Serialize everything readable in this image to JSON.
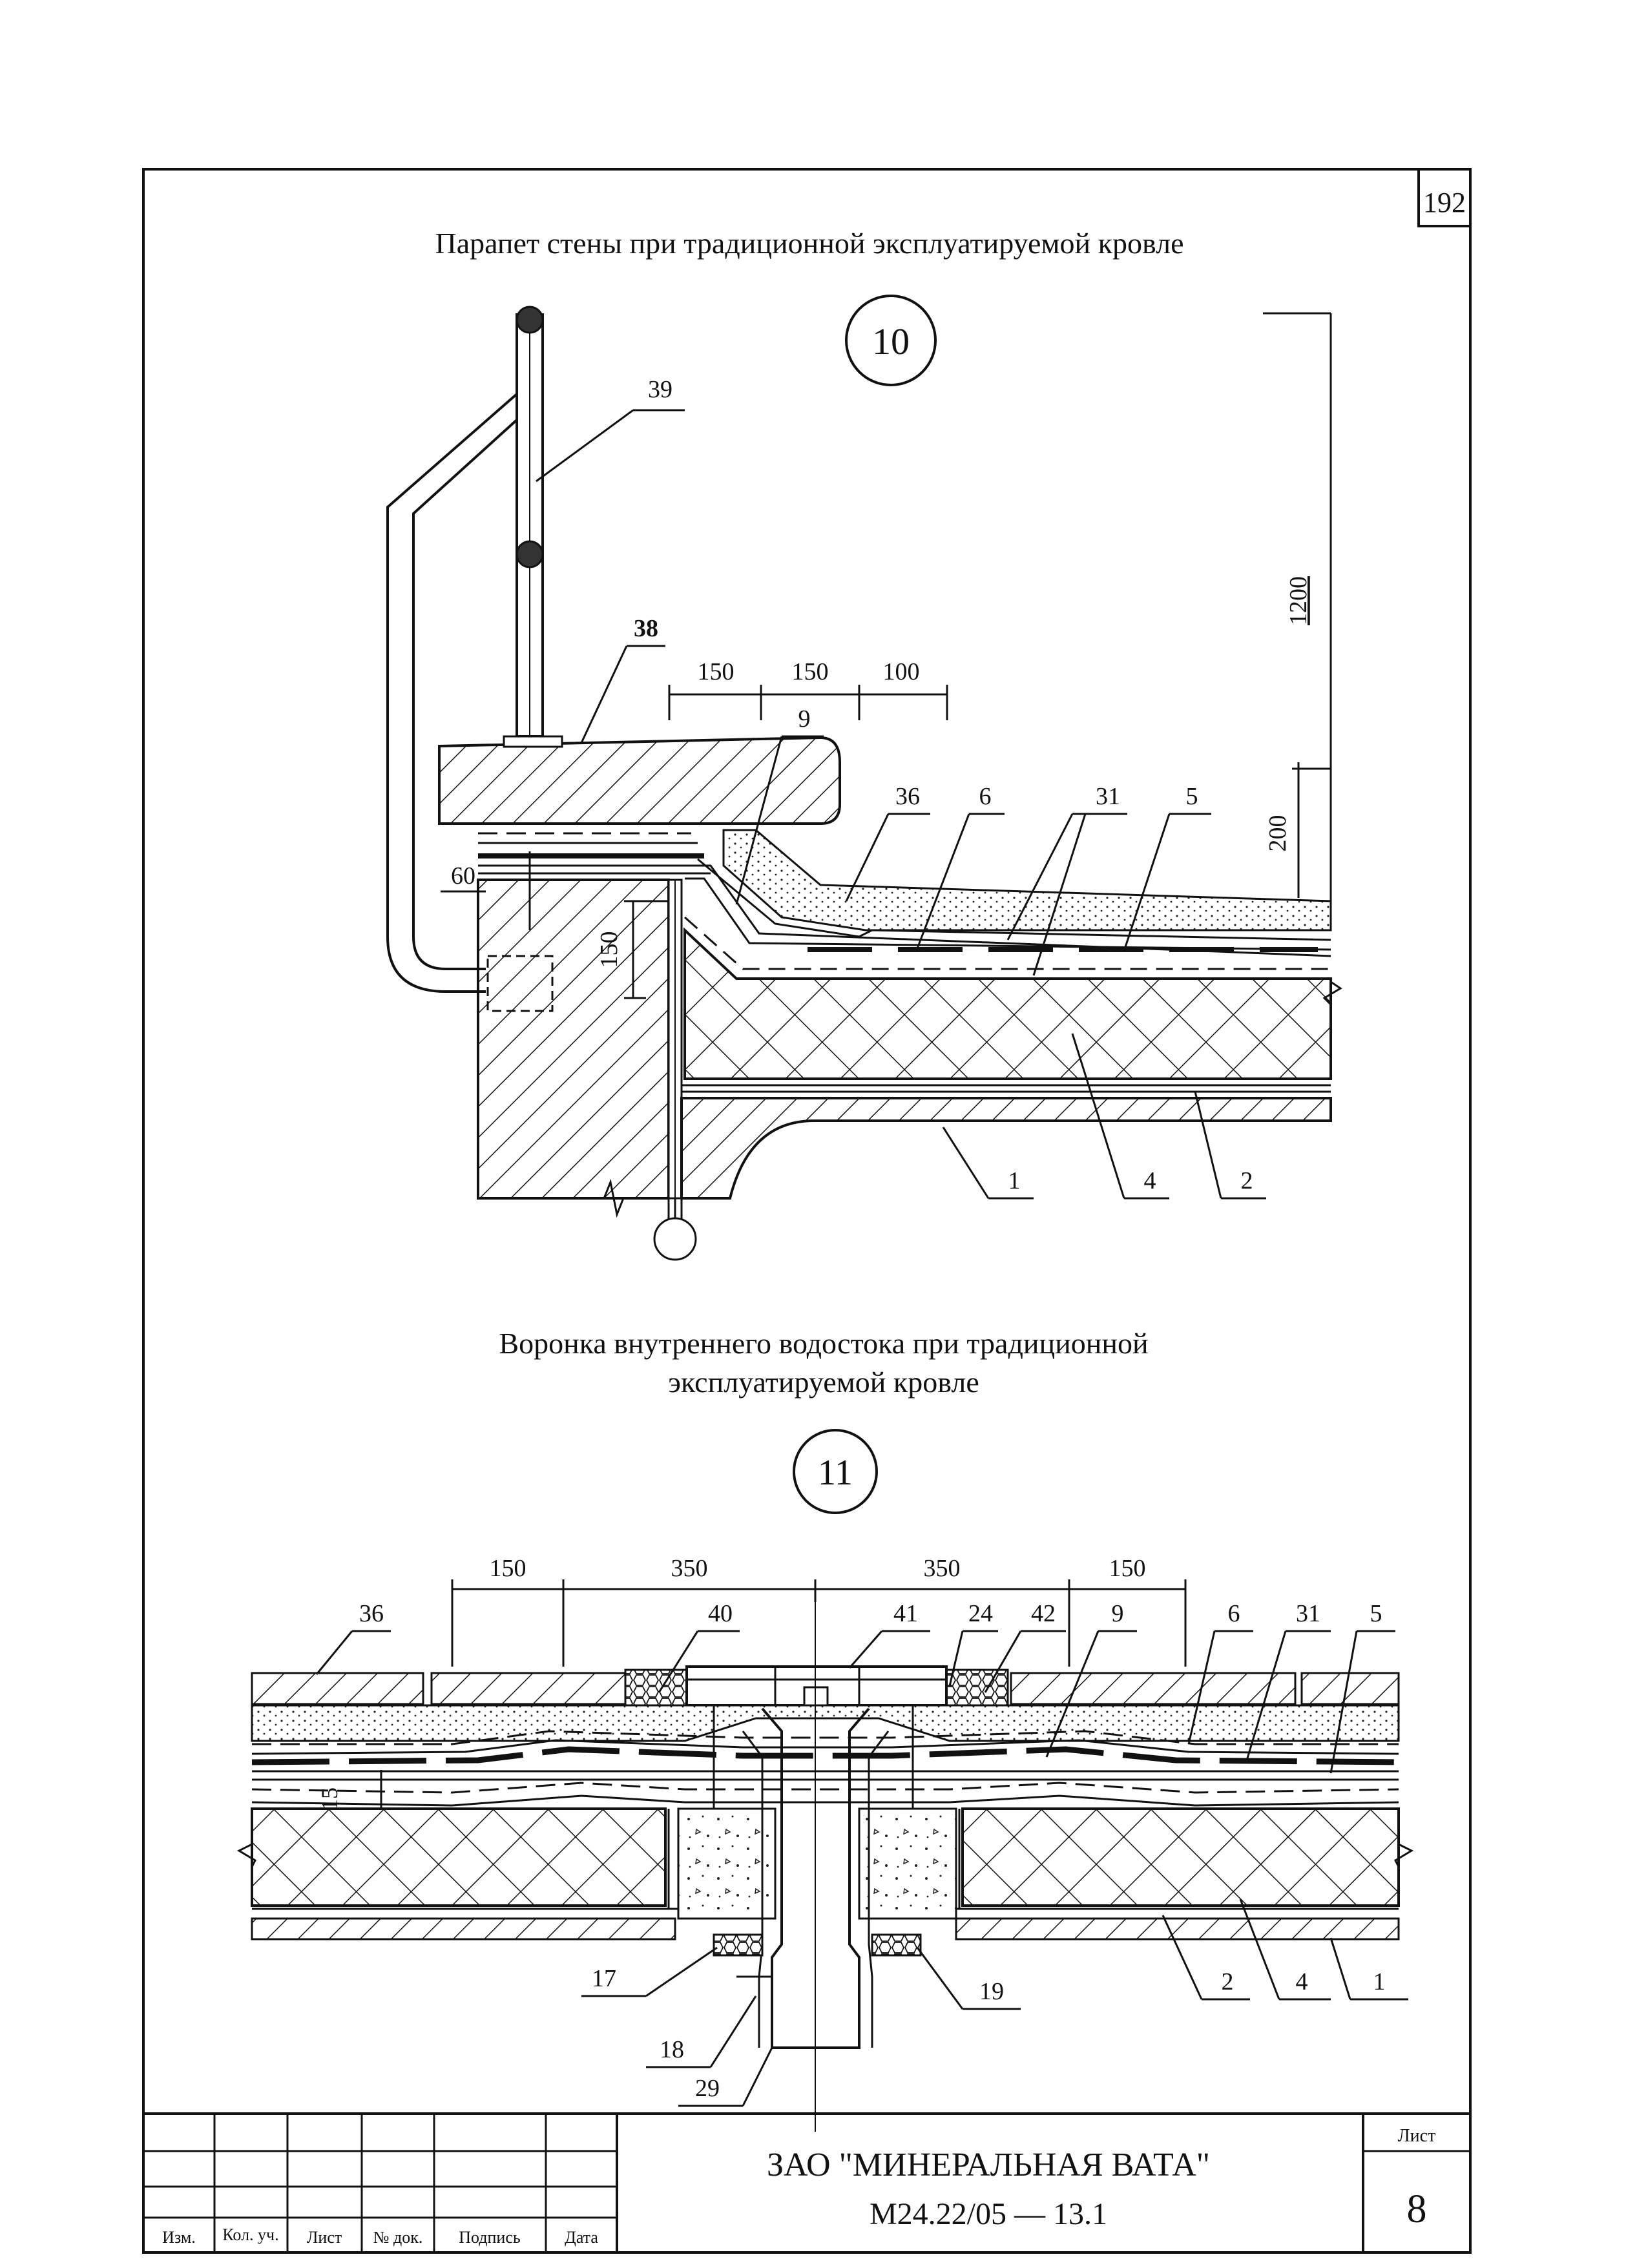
{
  "sheet": {
    "page_number": "192",
    "title_top": "Парапет стены при традиционной эксплуатируемой кровле",
    "title_bottom_line1": "Воронка внутреннего водостока при традиционной",
    "title_bottom_line2": "эксплуатируемой кровле",
    "detail_top_id": "10",
    "detail_bottom_id": "11"
  },
  "detail10": {
    "dims": {
      "d150a": "150",
      "d150b": "150",
      "d100": "100",
      "d60": "60",
      "d150v": "150",
      "d1200": "1200",
      "d200": "200"
    },
    "callouts": {
      "c39": "39",
      "c38": "38",
      "c9": "9",
      "c36": "36",
      "c6": "6",
      "c31": "31",
      "c5": "5",
      "c1": "1",
      "c4": "4",
      "c2": "2"
    }
  },
  "detail11": {
    "dims": {
      "d150a": "150",
      "d350a": "350",
      "d350b": "350",
      "d150b": "150",
      "d15": "15"
    },
    "callouts": {
      "c36": "36",
      "c40": "40",
      "c41": "41",
      "c24": "24",
      "c42": "42",
      "c9": "9",
      "c6": "6",
      "c31": "31",
      "c5": "5",
      "c17": "17",
      "c18": "18",
      "c29": "29",
      "c19": "19",
      "c2": "2",
      "c4": "4",
      "c1": "1"
    }
  },
  "title_block": {
    "col_izm": "Изм.",
    "col_kol": "Кол. уч.",
    "col_list": "Лист",
    "col_ndok": "№ док.",
    "col_podpis": "Подпись",
    "col_data": "Дата",
    "company": "ЗАО \"МИНЕРАЛЬНАЯ ВАТА\"",
    "doc_code": "М24.22/05 — 13.1",
    "sheet_label": "Лист",
    "sheet_number": "8"
  }
}
